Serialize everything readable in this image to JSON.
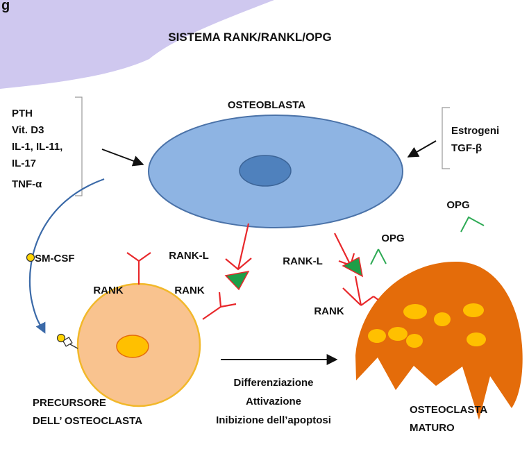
{
  "title": "SISTEMA RANK/RANKL/OPG",
  "header_fragment": "g",
  "labels": {
    "osteoblasta": "OSTEOBLASTA",
    "precursore_line1": "PRECURSORE",
    "precursore_line2": "DELL’ OSTEOCLASTA",
    "osteoclasta_line1": "OSTEOCLASTA",
    "osteoclasta_line2": "MATURO",
    "rank_left": "RANK",
    "rank_mid": "RANK",
    "rank_right": "RANK",
    "rankl_left": "RANK-L",
    "rankl_right": "RANK-L",
    "opg_top": "OPG",
    "opg_mid": "OPG",
    "smcsf": "SM-CSF",
    "process_line1": "Differenziazione",
    "process_line2": "Attivazione",
    "process_line3": "Inibizione dell’apoptosi"
  },
  "left_factors": [
    "PTH",
    "Vit. D3",
    "IL-1, IL-11,",
    "IL-17",
    "TNF-α"
  ],
  "right_factors": [
    "Estrogeni",
    "TGF-β"
  ],
  "colors": {
    "banner": "#cfc8ef",
    "osteoblast_fill": "#8eb4e3",
    "osteoblast_stroke": "#4a72a8",
    "nucleus_blue": "#4f81bd",
    "precursor_fill": "#f9c38f",
    "precursor_stroke": "#f2b82a",
    "nucleus_yellow": "#ffc000",
    "osteoclast_fill": "#e46c0a",
    "receptor_red": "#e8282b",
    "ligand_green": "#1e9e48",
    "opg_green": "#2eaa55",
    "curve_blue": "#3b6aa8"
  }
}
